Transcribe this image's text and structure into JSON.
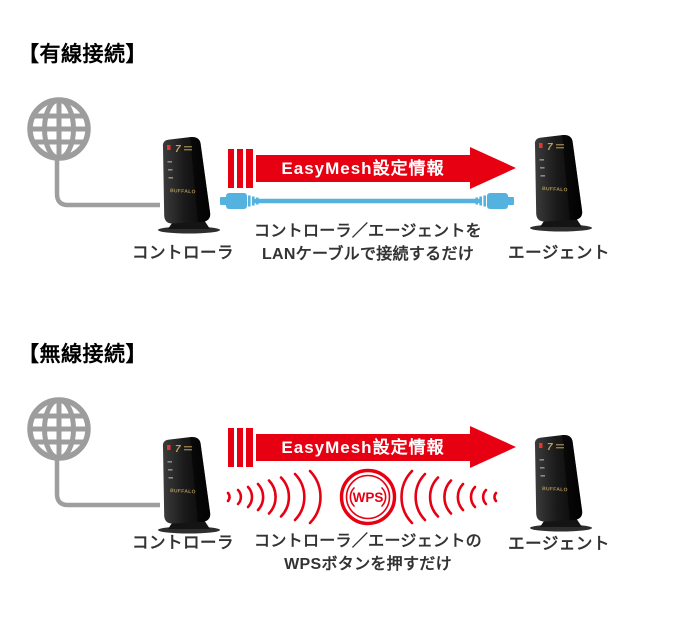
{
  "page": {
    "background": "#ffffff"
  },
  "colors": {
    "accent_red": "#e60012",
    "cable_blue": "#54b3de",
    "globe_gray": "#9d9d9d",
    "label_text": "#333333",
    "arrow_text": "#ffffff"
  },
  "icons": [
    "globe-icon",
    "router-device",
    "lan-cable-icon",
    "wps-wave-icon"
  ],
  "sections": [
    {
      "id": "wired",
      "title": "【有線接続】",
      "arrow_label": "EasyMesh設定情報",
      "controller_label": "コントローラ",
      "agent_label": "エージェント",
      "caption_line1": "コントローラ／エージェントを",
      "caption_line2": "LANケーブルで接続するだけ"
    },
    {
      "id": "wireless",
      "title": "【無線接続】",
      "arrow_label": "EasyMesh設定情報",
      "controller_label": "コントローラ",
      "agent_label": "エージェント",
      "wps_button_label": "WPS",
      "caption_line1": "コントローラ／エージェントの",
      "caption_line2": "WPSボタンを押すだけ"
    }
  ]
}
